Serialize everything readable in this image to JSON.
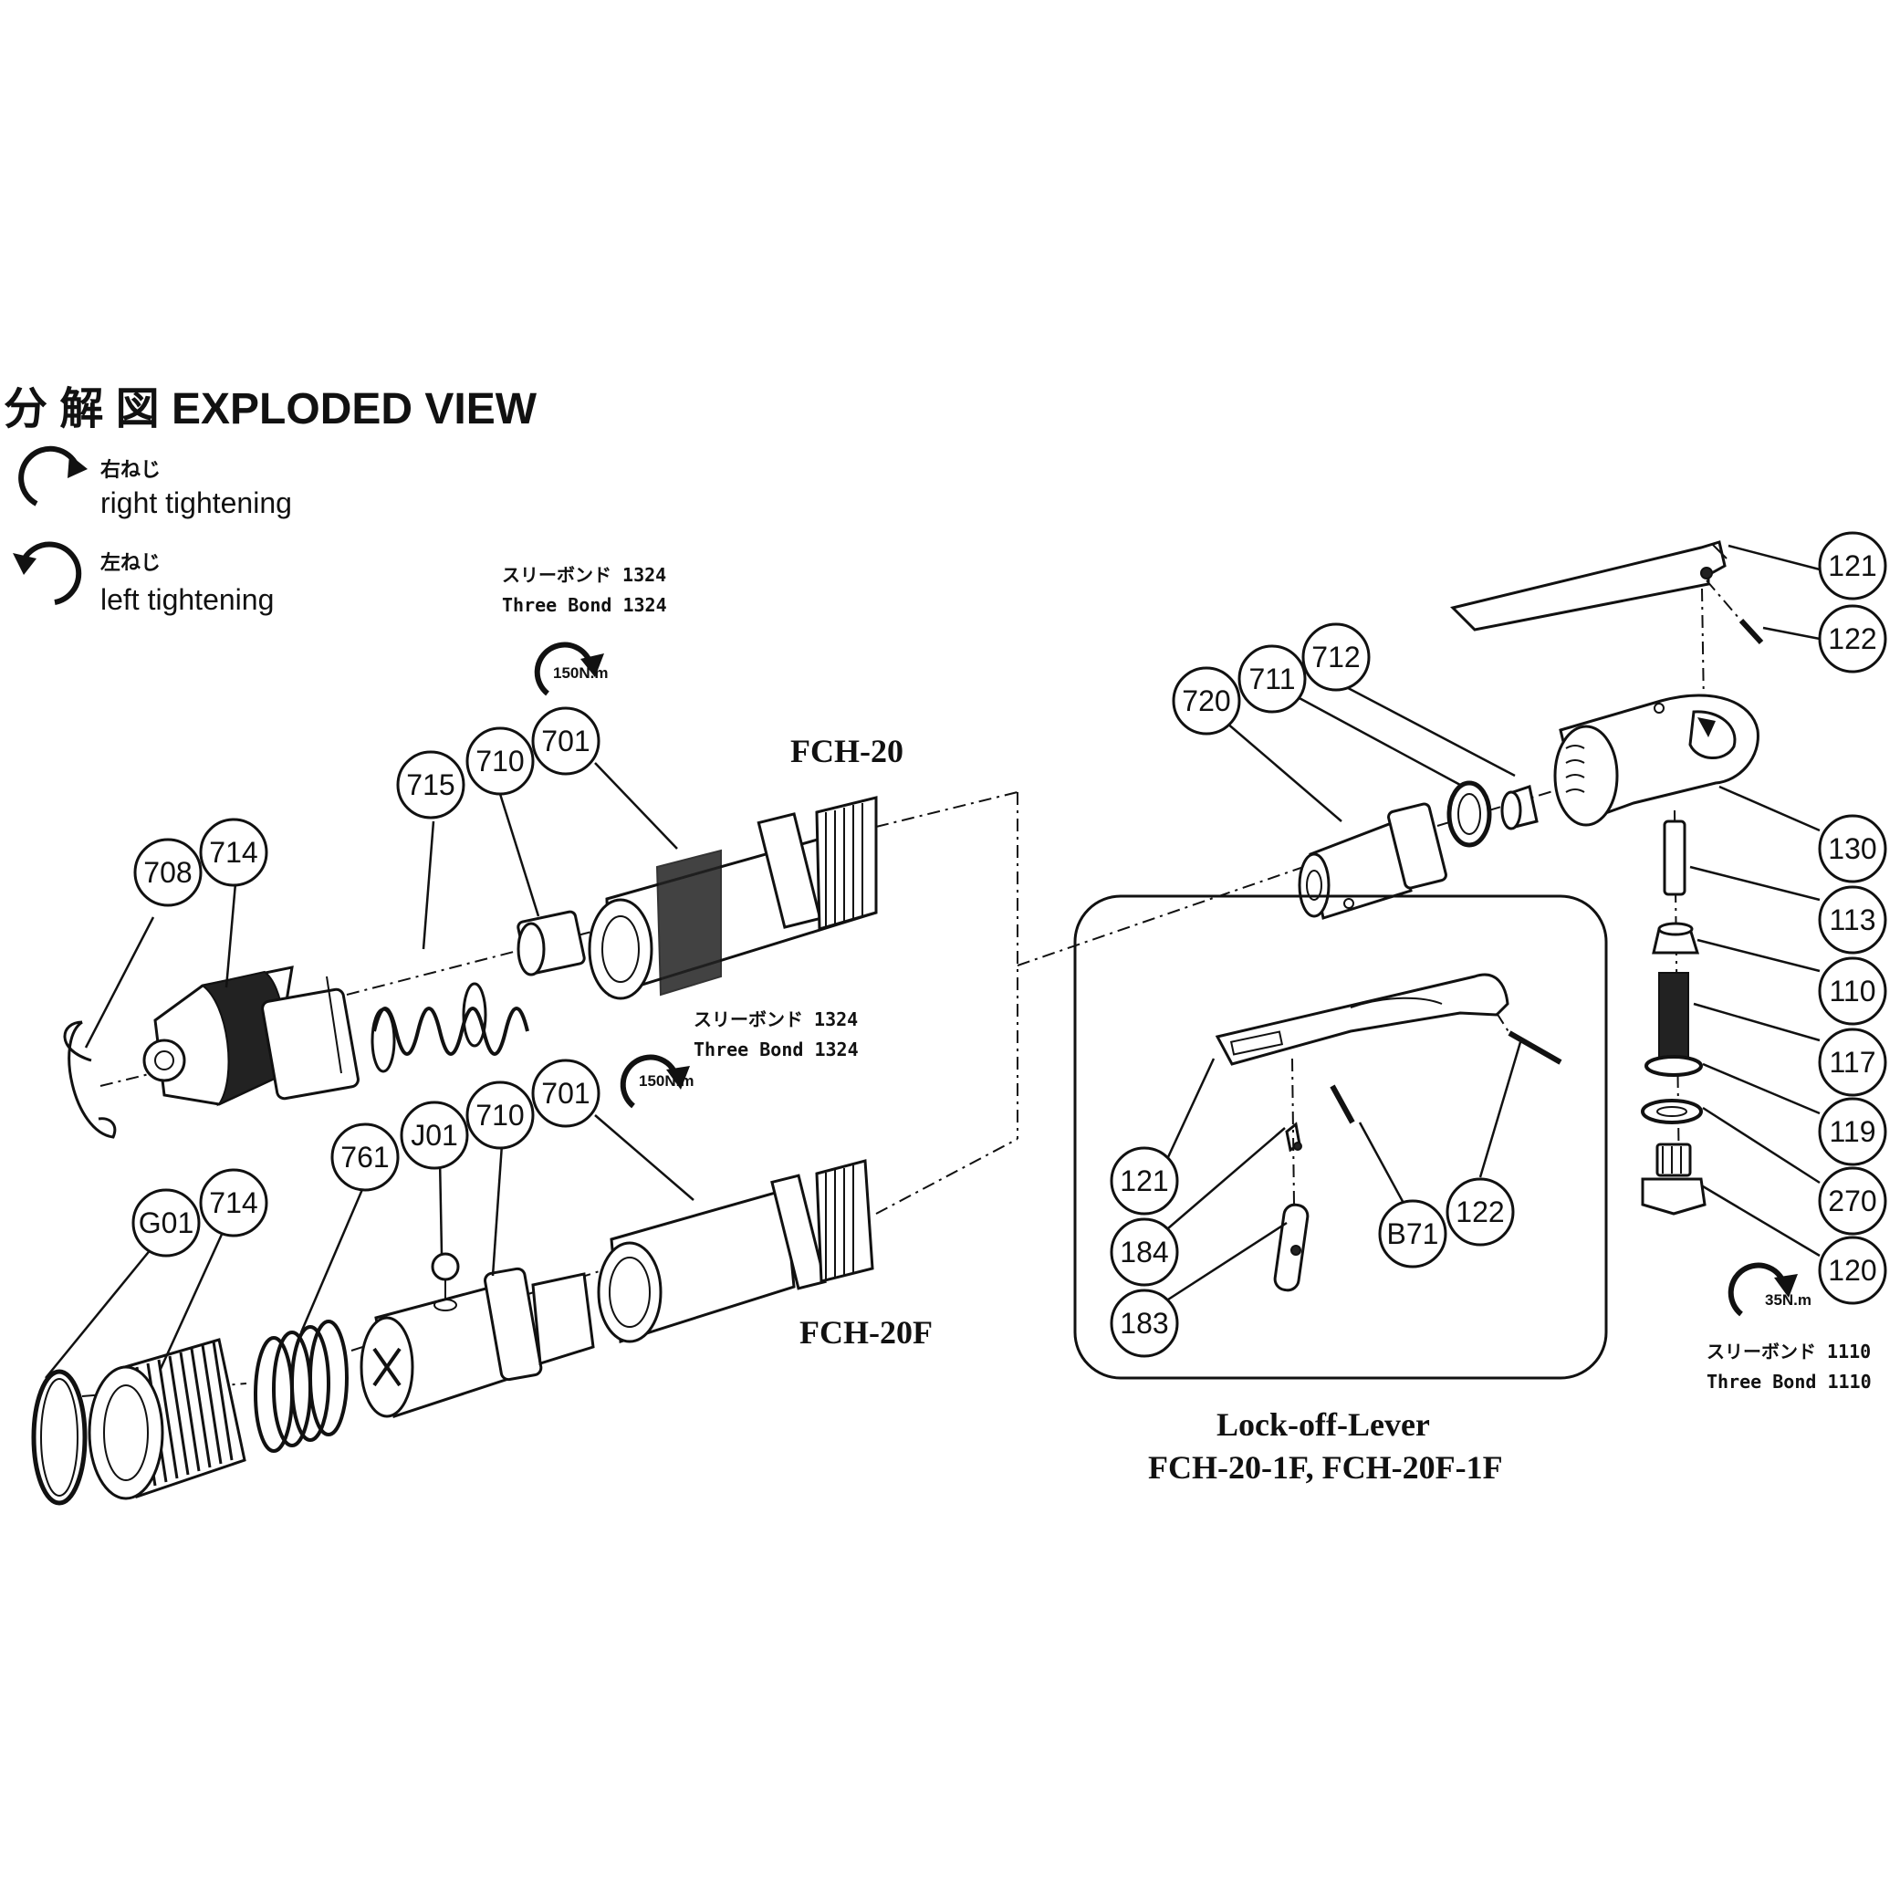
{
  "header": {
    "title": "分 解 図  EXPLODED  VIEW",
    "legend_right_jp": "右ねじ",
    "legend_right_en": "right tightening",
    "legend_left_jp": "左ねじ",
    "legend_left_en": "left tightening"
  },
  "models": {
    "fch20": "FCH-20",
    "fch20f": "FCH-20F",
    "lock_line1": "Lock-off-Lever",
    "lock_line2": "FCH-20-1F, FCH-20F-1F"
  },
  "notes": {
    "bond1_jp": "スリーボンド  1324",
    "bond1_en": "Three Bond  1324",
    "torque1": "150N.m",
    "bond2_jp": "スリーボンド  1324",
    "bond2_en": "Three Bond  1324",
    "torque2": "150N.m",
    "torque3": "35N.m",
    "bond3_jp": "スリーボンド  1110",
    "bond3_en": "Three Bond  1110"
  },
  "callouts": [
    "708",
    "714",
    "715",
    "710",
    "701",
    "G01",
    "714",
    "761",
    "J01",
    "710",
    "701",
    "720",
    "711",
    "712",
    "121",
    "122",
    "130",
    "113",
    "110",
    "117",
    "119",
    "270",
    "120",
    "121",
    "184",
    "183",
    "B71",
    "122"
  ]
}
